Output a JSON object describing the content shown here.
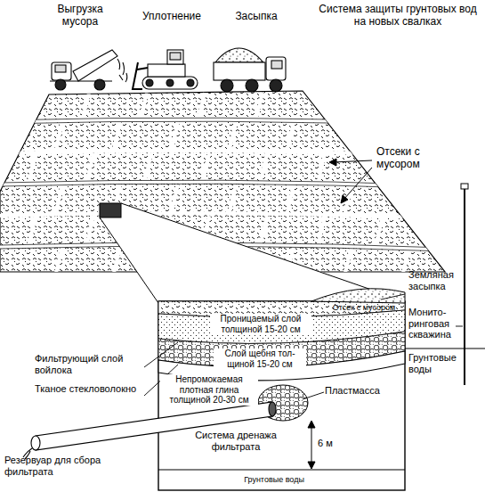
{
  "diagram": {
    "title": "Система защиты грунтовых вод на новых свалках",
    "labels": [
      "Выгрузка мусора",
      "Уплотнение",
      "Засыпка",
      "Отсеки с мусором",
      "Фильтрующий слой войлока",
      "Тканое стекловолокно",
      "Проницаемый слой толщиной 15-20 см",
      "Отсек с мусором",
      "Слой щебня тол- щиной 15-20 см",
      "Земляная засыпка",
      "Монито- ринговая скважина",
      "Грунтовые воды",
      "Непромокаемая плотная глина толщиной 20-30 см",
      "Пластмасса",
      "Резервуар для сбора фильтрата",
      "Система дренажа фильтрата",
      "6 м",
      "Грунтовые воды"
    ]
  }
}
